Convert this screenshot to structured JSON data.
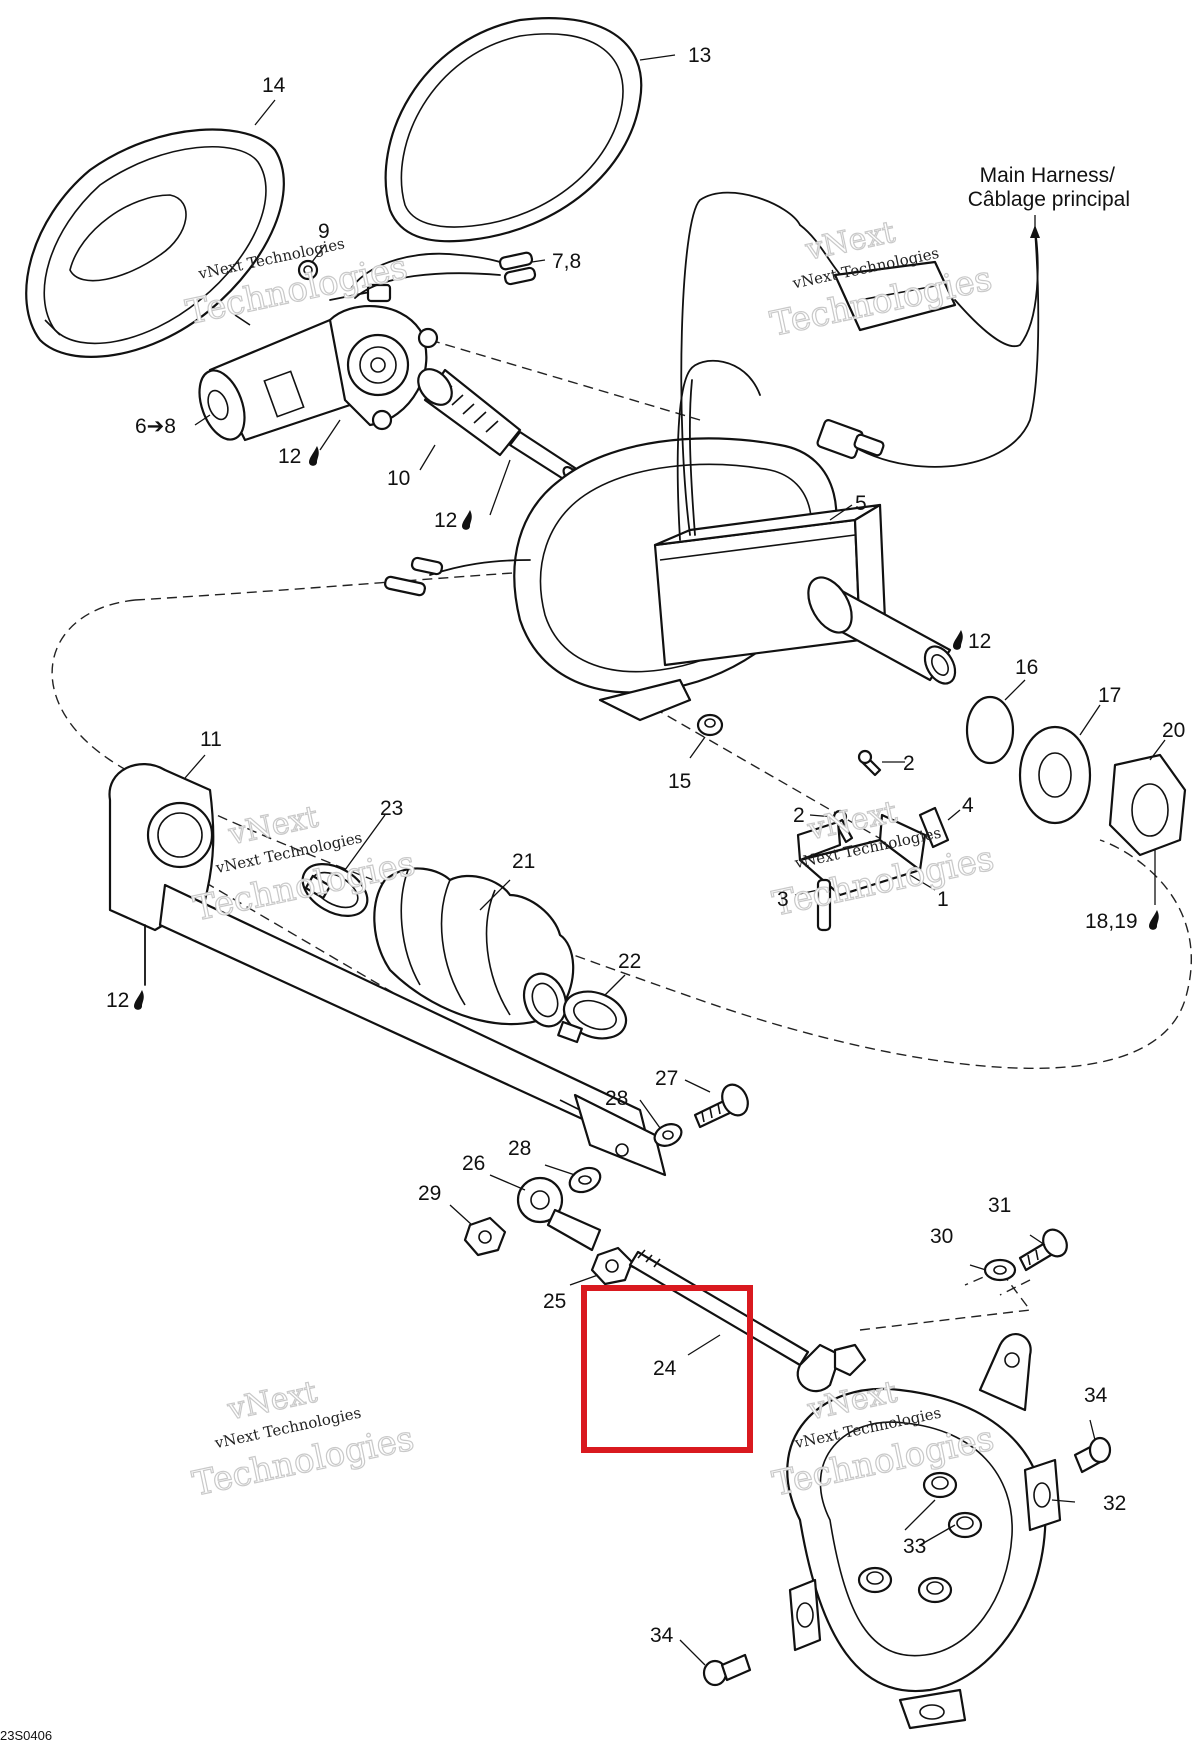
{
  "diagram": {
    "callouts": {
      "c1": "1",
      "c2a": "2",
      "c2b": "2",
      "c3": "3",
      "c4": "4",
      "c5": "5",
      "c6": "6➔8",
      "c78": "7,8",
      "c9": "9",
      "c10": "10",
      "c11": "11",
      "c12a": "12",
      "c12b": "12",
      "c12c": "12",
      "c12d": "12",
      "c13": "13",
      "c14": "14",
      "c15": "15",
      "c16": "16",
      "c17": "17",
      "c1819": "18,19",
      "c20": "20",
      "c21": "21",
      "c22": "22",
      "c23": "23",
      "c24": "24",
      "c25": "25",
      "c26": "26",
      "c27": "27",
      "c28a": "28",
      "c28b": "28",
      "c29": "29",
      "c30": "30",
      "c31": "31",
      "c32": "32",
      "c33": "33",
      "c34a": "34",
      "c34b": "34"
    },
    "harness_label_line1": "Main Harness/",
    "harness_label_line2": "Câblage principal",
    "drawing_code": "23S0406",
    "watermark_line1": "vNext",
    "watermark_line2": "vNext Technologies",
    "watermark_line3": "Technologies",
    "highlight_color": "#d9191f",
    "lubricant_icon": "oil-drop-icon"
  }
}
